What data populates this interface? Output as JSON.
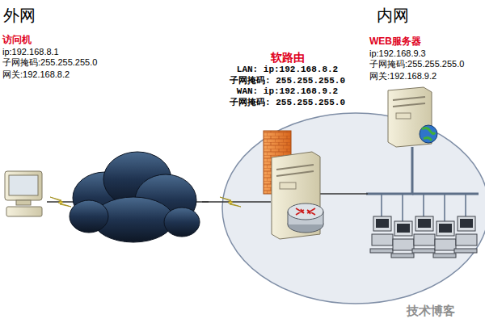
{
  "diagram": {
    "nodes": [
      {
        "text": [
          "访问机",
          "ip:192.168.8.1",
          "子网掩码:255.255.255.0",
          "网关:192.168.8.2"
        ]
      },
      {
        "text": [
          "软路由",
          "LAN: ip:192.168.8.2",
          "子网掩码: 255.255.255.0",
          "WAN: ip:192.168.9.2",
          "子网掩码: 255.255.255.0"
        ]
      },
      {
        "text": [
          "WEB服务器",
          "ip:192.168.9.3",
          "子网掩码:255.255.255.0",
          "网关:192.168.9.2"
        ]
      }
    ],
    "edges": [
      {
        "from": 0,
        "to": 1,
        "arrow": "none"
      },
      {
        "from": 1,
        "to": 2,
        "arrow": "none"
      }
    ],
    "labels": [
      "外网",
      "内网",
      "技术博客"
    ]
  }
}
